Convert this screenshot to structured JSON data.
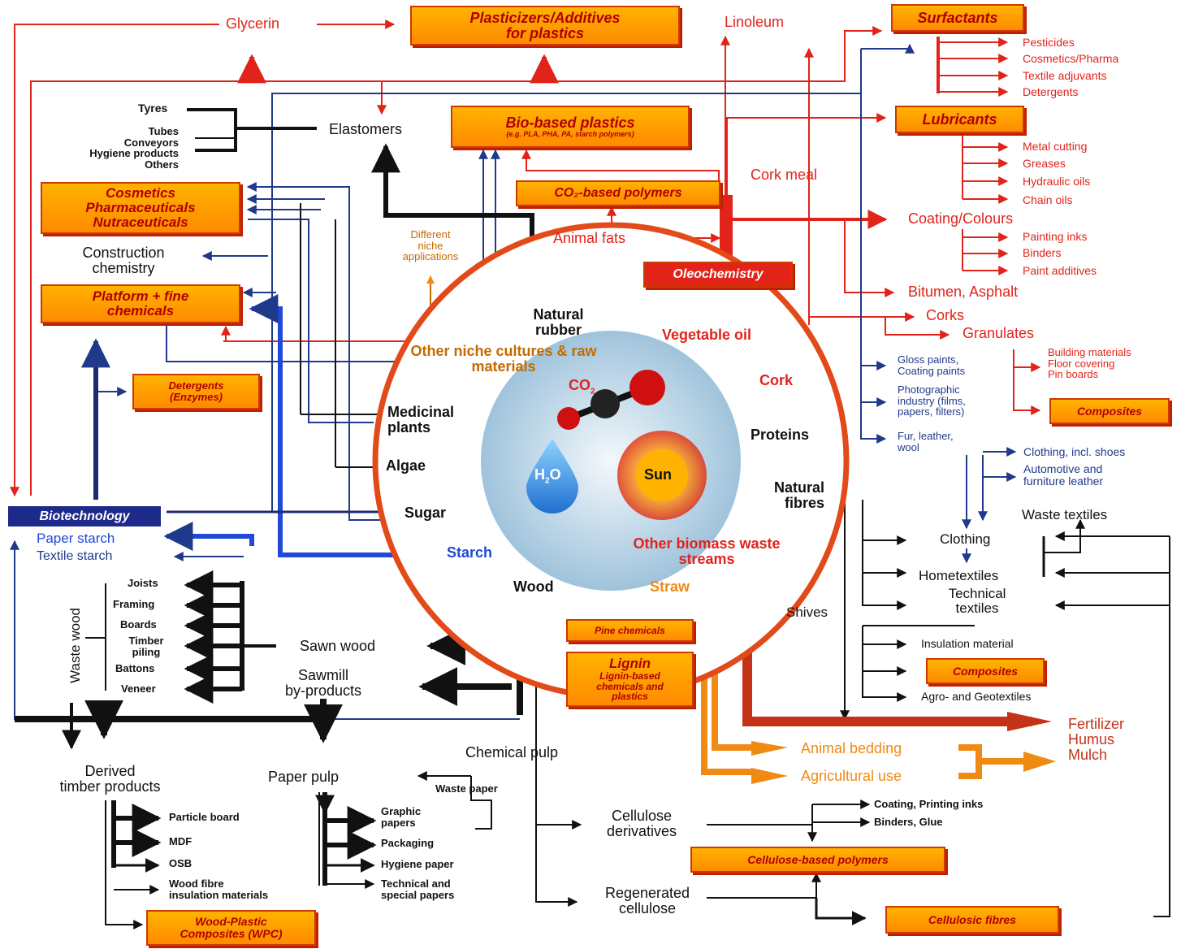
{
  "center": {
    "co2": "CO",
    "co2_sub": "2",
    "h2o": "H",
    "h2o_sub": "2",
    "h2o_o": "O",
    "sun": "Sun",
    "ring_labels": {
      "natural_rubber": "Natural rubber",
      "other_niche": "Other niche cultures & raw materials",
      "vegetable_oil": "Vegetable oil",
      "medicinal": "Medicinal plants",
      "cork": "Cork",
      "proteins": "Proteins",
      "algae": "Algae",
      "natural_fibres": "Natural fibres",
      "sugar": "Sugar",
      "starch": "Starch",
      "other_biomass": "Other biomass waste streams",
      "wood": "Wood",
      "straw": "Straw"
    }
  },
  "boxes": {
    "plasticizers": [
      "Plasticizers/Additives",
      "for plastics"
    ],
    "surfactants": "Surfactants",
    "biobased": "Bio-based plastics",
    "biobased_sub": "(e.g. PLA, PHA, PA, starch polymers)",
    "lubricants": "Lubricants",
    "cosmetics": [
      "Cosmetics",
      "Pharmaceuticals",
      "Nutraceuticals"
    ],
    "co2_polymers": "CO₂-based polymers",
    "oleochemistry": "Oleochemistry",
    "platform": [
      "Platform + fine",
      "chemicals"
    ],
    "detergents": [
      "Detergents",
      "(Enzymes)"
    ],
    "composites_right": "Composites",
    "pine": "Pine chemicals",
    "lignin": [
      "Lignin",
      "Lignin-based",
      "chemicals and",
      "plastics"
    ],
    "composites_mid": "Composites",
    "cellulose_polymers": "Cellulose-based polymers",
    "cellulosic_fibres": "Cellulosic fibres",
    "wpc": [
      "Wood-Plastic",
      "Composites (WPC)"
    ],
    "biotechnology": "Biotechnology"
  },
  "labels": {
    "glycerin": "Glycerin",
    "linoleum": "Linoleum",
    "pesticides": "Pesticides",
    "cosmetics_pharma": "Cosmetics/Pharma",
    "textile_adj": "Textile adjuvants",
    "detergents_r": "Detergents",
    "tyres": "Tyres",
    "tubes": "Tubes",
    "conveyors": "Conveyors",
    "hygiene": "Hygiene products",
    "others": "Others",
    "elastomers": "Elastomers",
    "metal": "Metal cutting",
    "greases": "Greases",
    "hydraulic": "Hydraulic oils",
    "chain": "Chain oils",
    "cork_meal": "Cork meal",
    "coating_colours": "Coating/Colours",
    "painting_inks": "Painting inks",
    "binders": "Binders",
    "paint_add": "Paint additives",
    "animal_fats": "Animal fats",
    "different": [
      "Different",
      "niche",
      "applications"
    ],
    "construction": [
      "Construction",
      "chemistry"
    ],
    "bitumen": "Bitumen, Asphalt",
    "corks": "Corks",
    "granulates": "Granulates",
    "gloss": [
      "Gloss paints,",
      "Coating paints"
    ],
    "building": [
      "Building materials",
      "Floor covering",
      "Pin boards"
    ],
    "photo": [
      "Photographic",
      "industry (films,",
      "papers, filters)"
    ],
    "fur": [
      "Fur, leather,",
      "wool"
    ],
    "clothing_shoes": "Clothing, incl. shoes",
    "auto": [
      "Automotive and",
      "furniture leather"
    ],
    "waste_textiles": "Waste textiles",
    "clothing": "Clothing",
    "hometextiles": "Hometextiles",
    "technical": [
      "Technical",
      "textiles"
    ],
    "shives": "Shives",
    "insulation": "Insulation material",
    "agro": "Agro- and Geotextiles",
    "paper_starch": "Paper starch",
    "textile_starch": "Textile starch",
    "joists": "Joists",
    "framing": "Framing",
    "boards": "Boards",
    "timber": [
      "Timber",
      "piling"
    ],
    "battons": "Battons",
    "veneer": "Veneer",
    "waste_wood": "Waste wood",
    "sawn": "Sawn wood",
    "sawmill": [
      "Sawmill",
      "by-products"
    ],
    "fertilizer": [
      "Fertilizer",
      "Humus",
      "Mulch"
    ],
    "animal_bedding": "Animal bedding",
    "agri_use": "Agricultural use",
    "chemical_pulp": "Chemical pulp",
    "derived": [
      "Derived",
      "timber products"
    ],
    "paper_pulp": "Paper pulp",
    "waste_paper": "Waste paper",
    "particle": "Particle board",
    "mdf": "MDF",
    "osb": "OSB",
    "wood_fibre": [
      "Wood fibre",
      "insulation materials"
    ],
    "graphic": [
      "Graphic",
      "papers"
    ],
    "packaging": "Packaging",
    "hygiene_paper": "Hygiene paper",
    "tech_papers": [
      "Technical and",
      "special papers"
    ],
    "cellulose_deriv": [
      "Cellulose",
      "derivatives"
    ],
    "coating_print": "Coating, Printing inks",
    "binders_glue": "Binders, Glue",
    "regenerated": [
      "Regenerated",
      "cellulose"
    ]
  },
  "colors": {
    "red": "#e2231a",
    "black": "#111111",
    "blue": "#1f3a8a",
    "orange": "#ef8a12",
    "box_fill": "#ffa000"
  }
}
